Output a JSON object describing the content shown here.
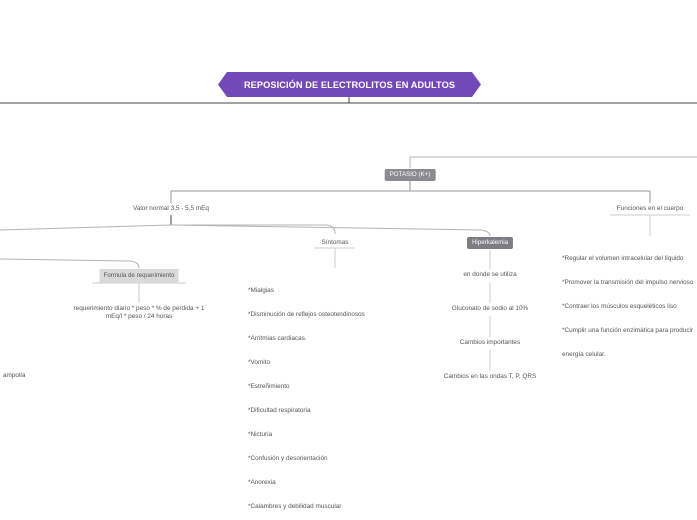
{
  "title": "REPOSICIÓN DE ELECTROLITOS EN ADULTOS",
  "potasio": "POTASIO (K+)",
  "valor_normal": "Valor normal 3,5 - 5,5 mEq",
  "funciones": {
    "label": "Funciones en el cuerpo",
    "items": [
      "*Regular el volumen intracelular del líquido",
      "*Promover la transmisión del impulso nervioso",
      "*Contraer los músculos esqueléticos liso",
      "*Cumplir una función enzimática para producir",
      "energía celular."
    ]
  },
  "sintomas": {
    "label": "Síntomas",
    "items": [
      "*Mialgias",
      "*Disminución de reflejos osteotendinosos",
      "*Arritmias cardiacas.",
      "*Vomito",
      "*Estreñimiento",
      "*Dificultad respiratoria",
      "*Nicturia",
      "*Confusión y desorientación",
      "*Anorexia",
      "*Calambres y debilidad muscular"
    ]
  },
  "hiperkalemia": {
    "label": "Hiperkalemia",
    "en_donde": "en donde se utiliza",
    "gluconato": "Gluconato de sodio al 10%",
    "cambios": "Cambios importantes",
    "ondas": "Cambios en las ondas T, P, QRS"
  },
  "formula": {
    "label": "Formula de requerimiento",
    "text_line1": "requerimiento diario * peso * % de perdida + 1",
    "text_line2": "mEq/l * peso / 24 horas"
  },
  "ampolla": "ampolla",
  "colors": {
    "title_bg": "#7349b8",
    "pill_bg": "#8a8a8f",
    "formula_bg": "#d9d9d9",
    "line": "#b5b5b5"
  }
}
